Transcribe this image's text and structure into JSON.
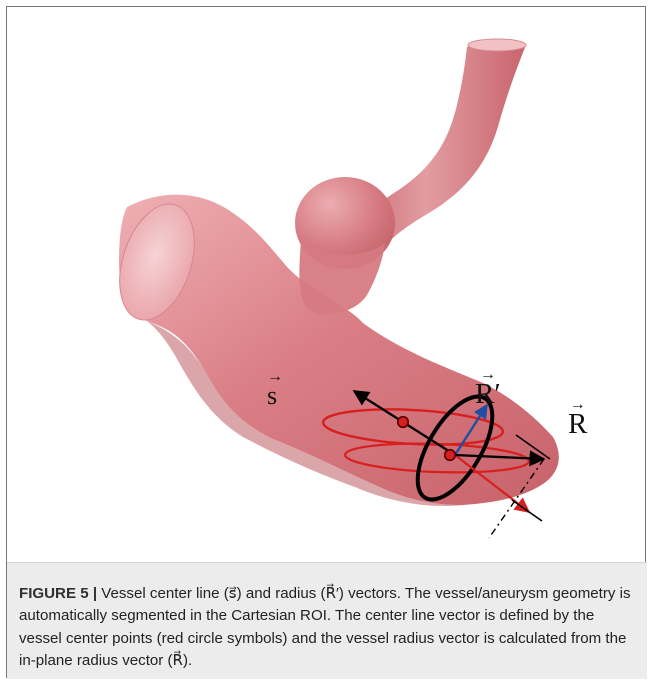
{
  "figure": {
    "vector_labels": {
      "center_line": "s",
      "radius_prime": "R′",
      "in_plane_radius": "R"
    },
    "label_arrow_glyph": "→",
    "colors": {
      "vessel_fill": "#d87a80",
      "vessel_fill_light": "#f0b9bd",
      "vessel_shadow": "#bf5a61",
      "center_point": "#d81f1f",
      "center_point_stroke": "#5a0000",
      "ring_red": "#d81f1f",
      "ellipse_black": "#000000",
      "vector_blue": "#1f4ea3",
      "caption_background": "#ececec"
    }
  },
  "caption": {
    "label": "FIGURE 5",
    "separator": " | ",
    "text": "Vessel center line (s⃗) and radius (R⃗′) vectors. The vessel/aneurysm geometry is automatically segmented in the Cartesian ROI. The center line vector is defined by the vessel center points (red circle symbols) and the vessel radius vector is calculated from the in-plane radius vector (R⃗)."
  }
}
